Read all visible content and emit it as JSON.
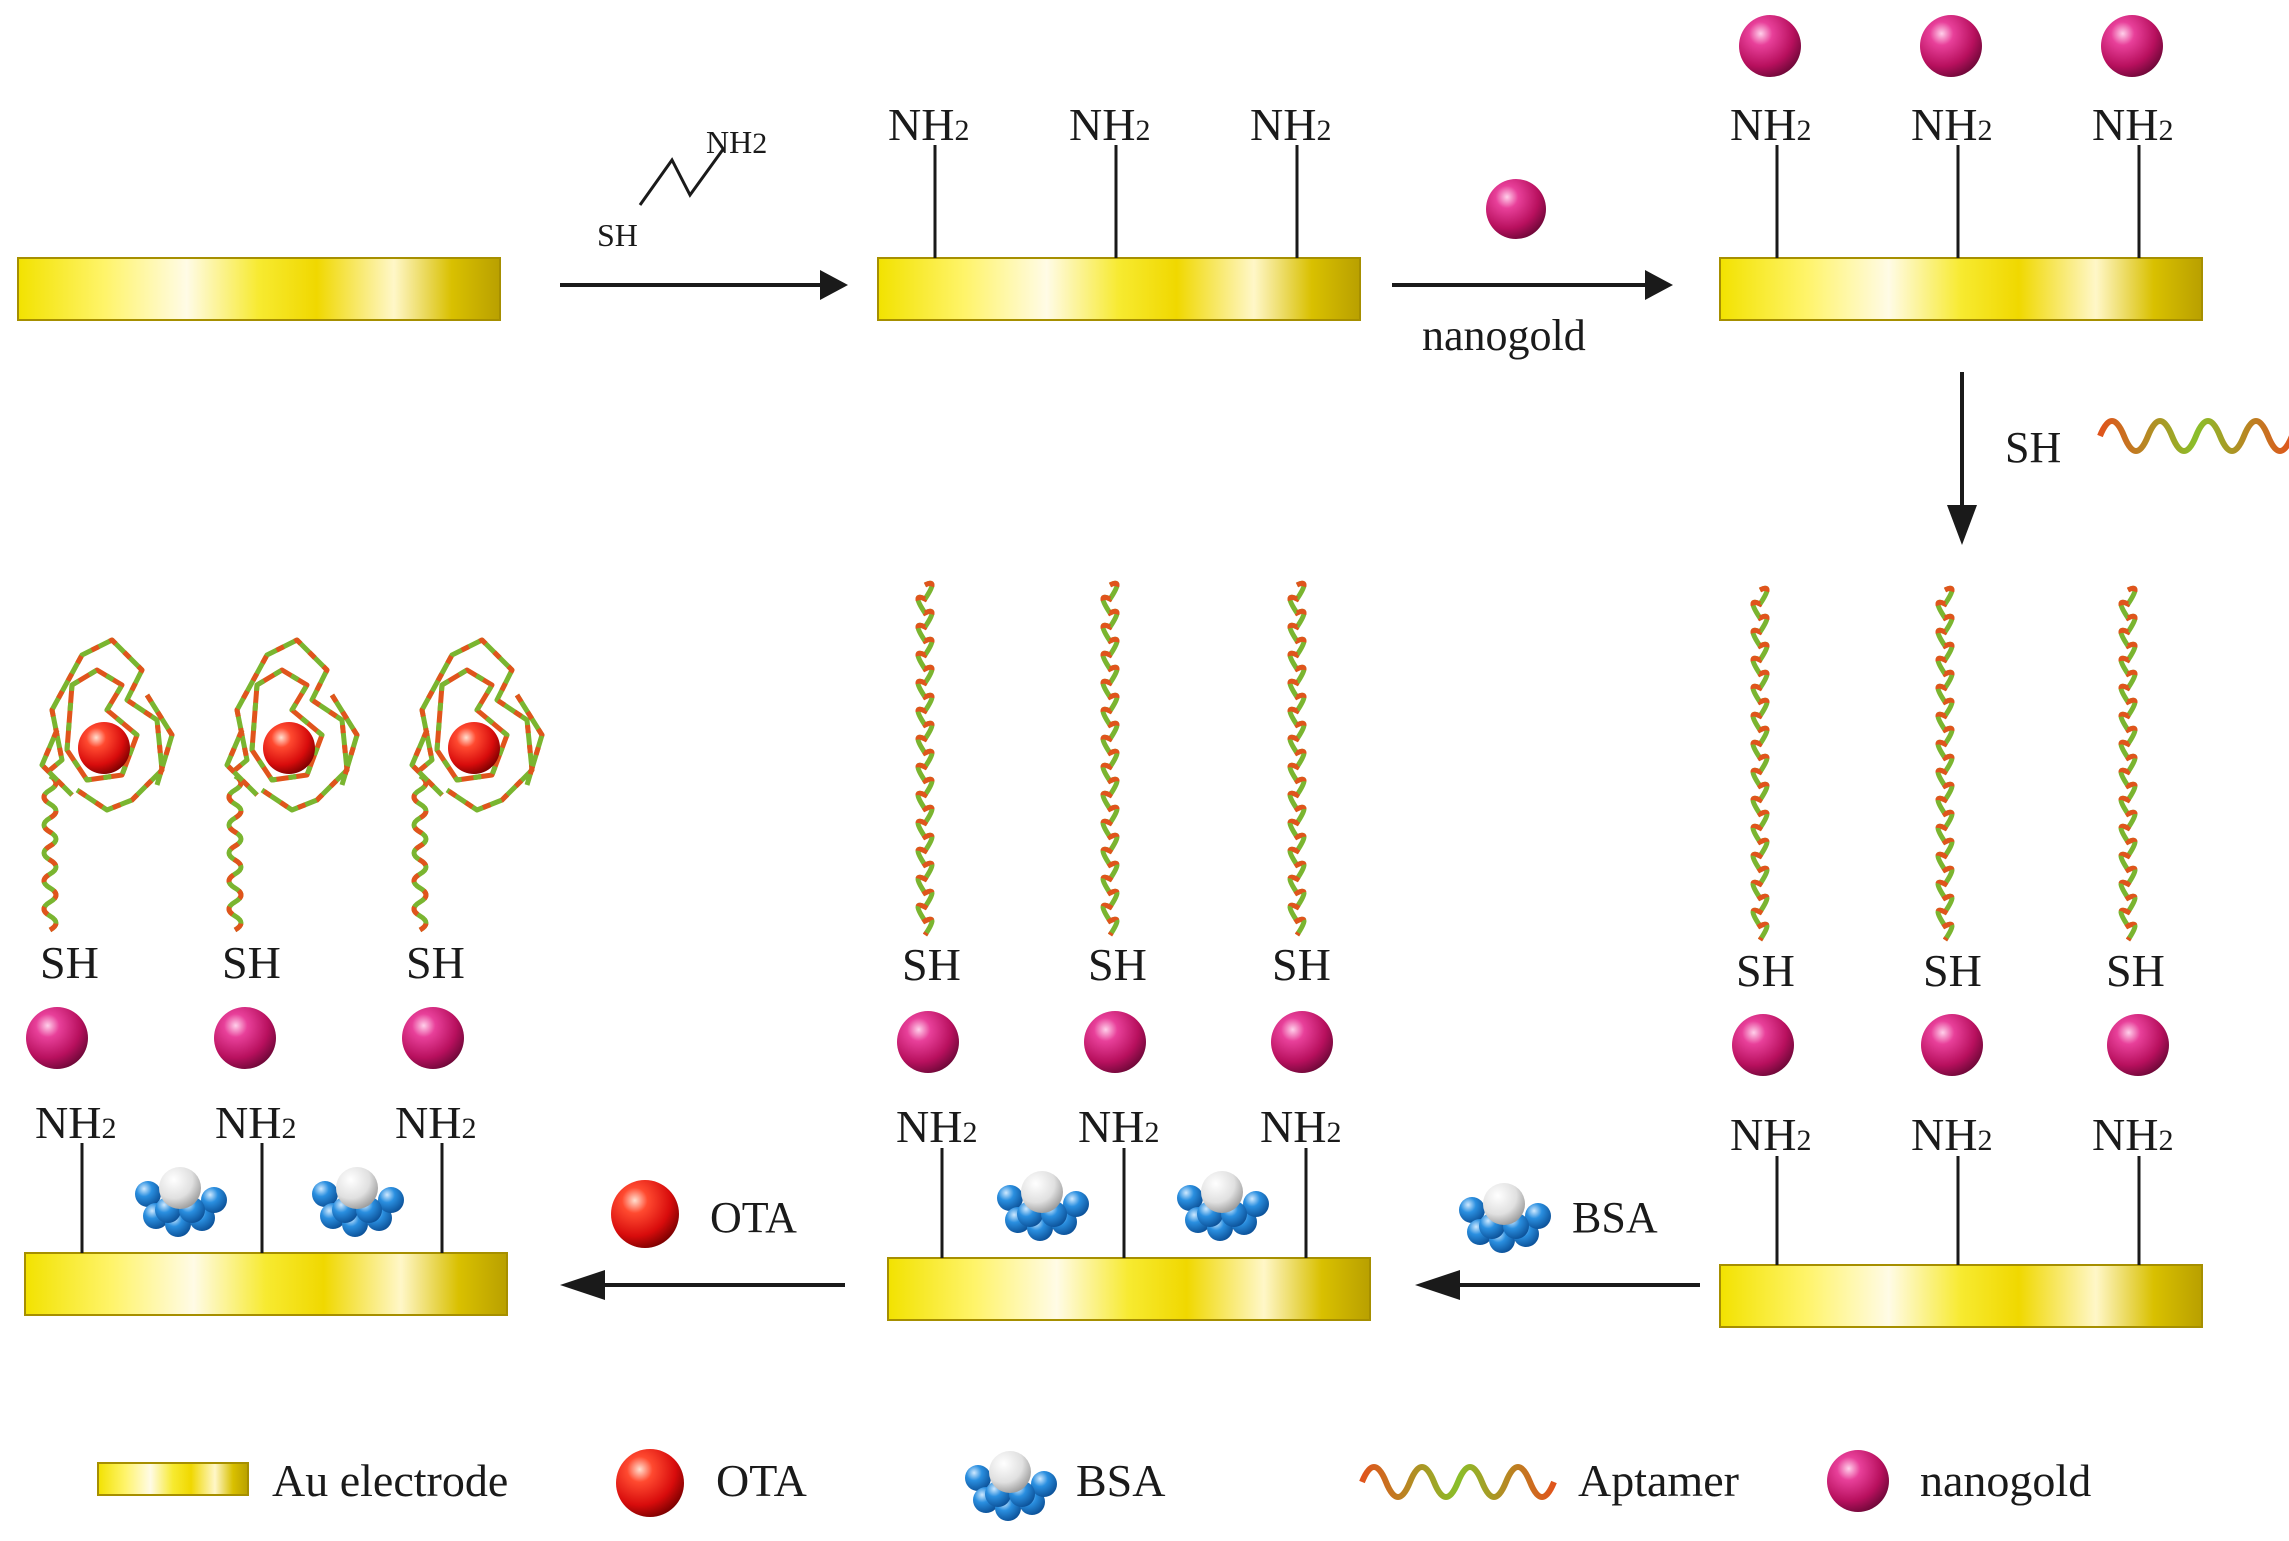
{
  "labels": {
    "nh2_main": "NH",
    "nh2_sub": "2",
    "sh": "SH",
    "nanogold_step": "nanogold",
    "bsa_step": "BSA",
    "ota_step": "OTA"
  },
  "legend": {
    "electrode": "Au electrode",
    "ota": "OTA",
    "bsa": "BSA",
    "aptamer": "Aptamer",
    "nanogold": "nanogold"
  },
  "colors": {
    "gold_dark": "#c9b000",
    "gold_light": "#fff9d8",
    "gold_mid": "#f0e000",
    "nanogold": "#c0146e",
    "ota": "#e01010",
    "bsa_blue": "#1f7fd0",
    "bsa_white": "#e8e8e8",
    "aptamer_green": "#7ab530",
    "aptamer_orange": "#e0541c"
  }
}
